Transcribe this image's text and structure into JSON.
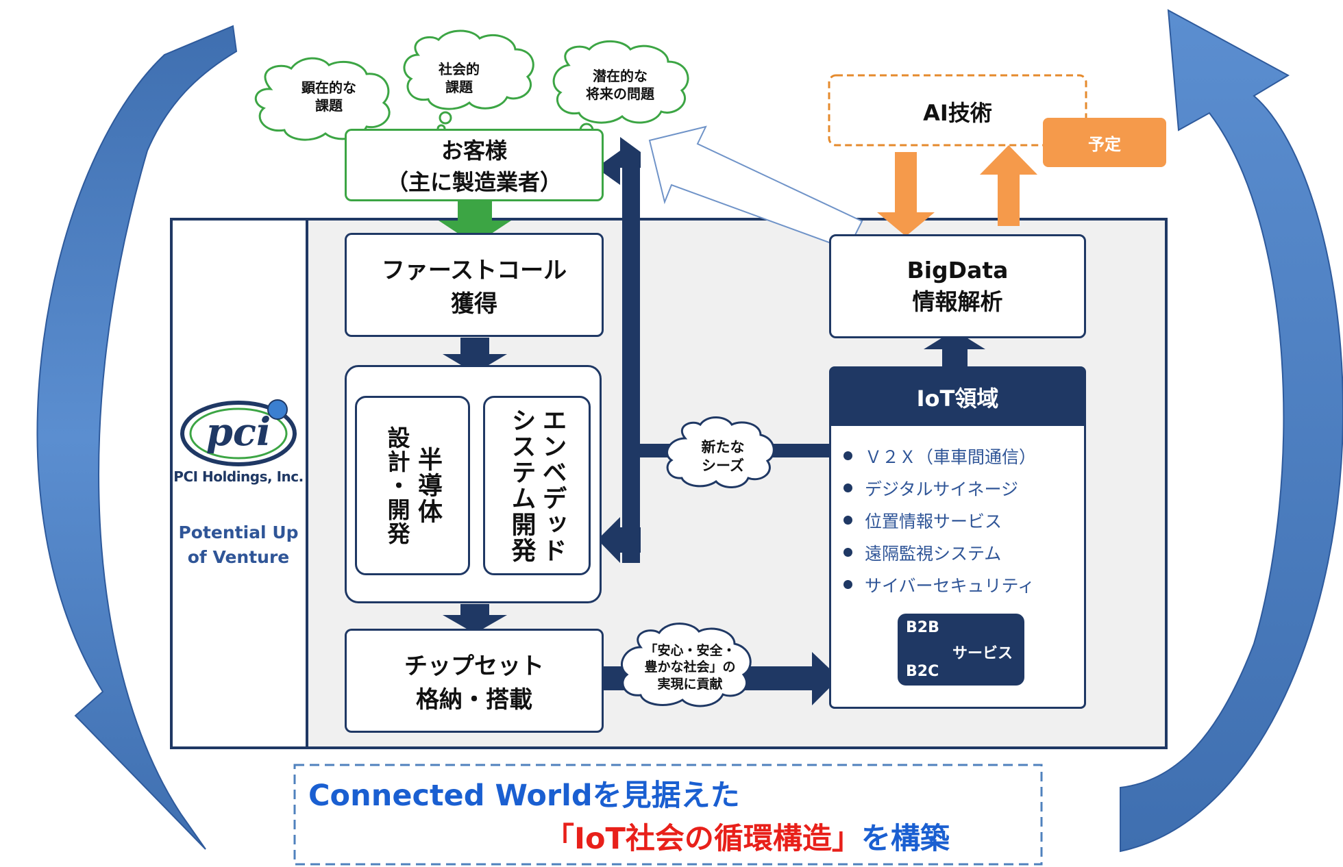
{
  "customer": {
    "title": "お客様",
    "subtitle": "（主に製造業者）"
  },
  "clouds": {
    "explicit": [
      "顕在的な",
      "課題"
    ],
    "social": [
      "社会的",
      "課題"
    ],
    "latent": [
      "潜在的な",
      "将来の問題"
    ],
    "seeds": [
      "新たな",
      "シーズ"
    ],
    "society": [
      "「安心・安全・",
      "豊かな社会」の",
      "実現に貢献"
    ]
  },
  "first_call": [
    "ファーストコール",
    "獲得"
  ],
  "dev": {
    "semiconductor": [
      "半導体",
      "設計・開発"
    ],
    "embedded": [
      "エンベデッド",
      "システム開発"
    ]
  },
  "chipset": [
    "チップセット",
    "格納・搭載"
  ],
  "company": {
    "logo_text": "pci",
    "name": "PCI Holdings, Inc.",
    "tagline": [
      "Potential Up",
      "of Venture"
    ]
  },
  "ai": {
    "label": "AI技術",
    "badge": "予定"
  },
  "bigdata": [
    "BigData",
    "情報解析"
  ],
  "iot": {
    "header": "IoT領域",
    "items": [
      "Ｖ２Ｘ（車車間通信）",
      "デジタルサイネージ",
      "位置情報サービス",
      "遠隔監視システム",
      "サイバーセキュリティ"
    ],
    "b2b": "B2B",
    "b2c": "B2C",
    "service": "サービス"
  },
  "banner": {
    "line1": "Connected Worldを見据えた",
    "highlight": "「IoT社会の循環構造」",
    "suffix": "を構築"
  },
  "colors": {
    "navy": "#1f3864",
    "blue_arrow": "#4f81bd",
    "green": "#3ca544",
    "orange": "#f59a4b",
    "red": "#e8201a",
    "banner_blue": "#1a5fd1"
  }
}
